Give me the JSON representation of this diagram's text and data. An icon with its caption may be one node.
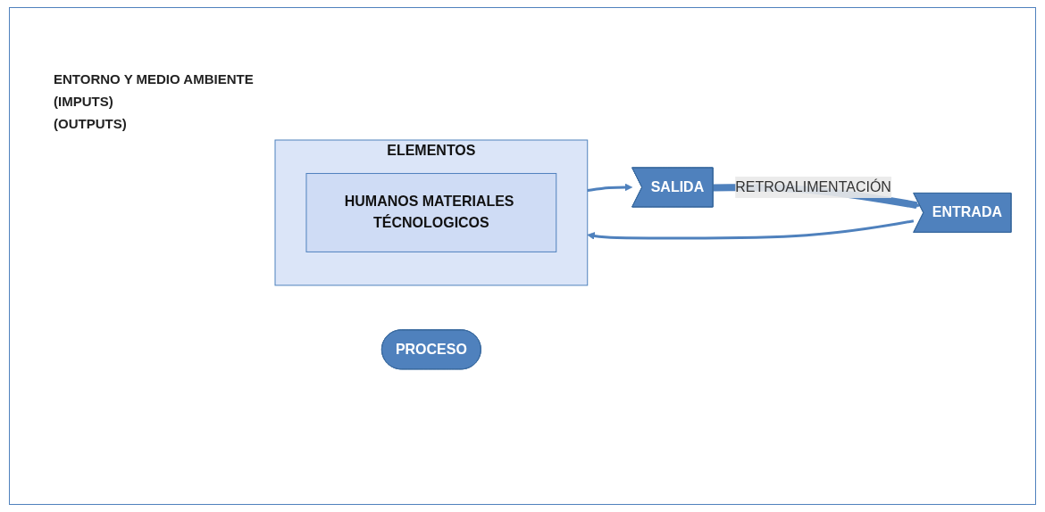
{
  "diagram": {
    "nodes": [
      {
        "text": [
          "PROCESO"
        ]
      },
      {
        "text": [
          "ELEMENTOS"
        ]
      },
      {
        "text": [
          "HUMANOS MATERIALES TÉCNOLOGICOS"
        ],
        "in": 1
      },
      {
        "text": [
          "ENTRADA"
        ]
      },
      {
        "text": [
          "SALIDA"
        ]
      }
    ],
    "edges": [
      {
        "from": 3,
        "to": 1,
        "arrow": "to"
      },
      {
        "from": 1,
        "to": 4,
        "arrow": "to"
      },
      {
        "from": 4,
        "to": 3,
        "arrow": "to",
        "label": "RETROALIMENTACIÓN",
        "style": "thick"
      }
    ],
    "labels": [
      "ENTORNO Y MEDIO AMBIENTE",
      "(IMPUTS)",
      "(OUTPUTS)"
    ]
  }
}
